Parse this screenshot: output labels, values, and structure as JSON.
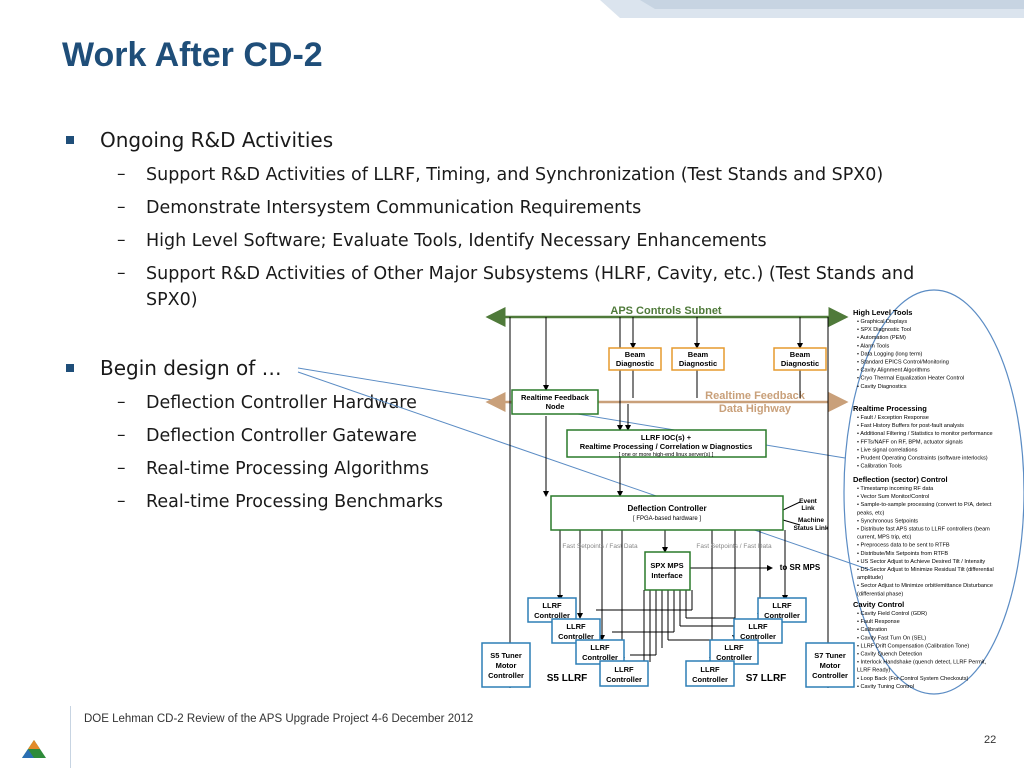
{
  "slide": {
    "title": "Work After CD-2",
    "bullets": [
      {
        "text": "Ongoing R&D Activities",
        "sub": [
          "Support R&D Activities of LLRF, Timing, and Synchronization (Test Stands and SPX0)",
          "Demonstrate Intersystem Communication Requirements",
          "High Level Software; Evaluate Tools, Identify Necessary Enhancements",
          "Support R&D Activities of Other Major Subsystems (HLRF, Cavity, etc.) (Test Stands and",
          "SPX0)"
        ]
      },
      {
        "text": "Begin design of …",
        "sub": [
          "Deflection Controller Hardware",
          "Deflection Controller Gateware",
          "Real-time Processing Algorithms",
          "Real-time Processing Benchmarks"
        ]
      }
    ],
    "footer": "DOE Lehman CD-2 Review of the APS Upgrade Project    4-6 December  2012",
    "page_number": "22"
  },
  "diagram": {
    "subnet_label": "APS Controls Subnet",
    "beam_diag_1": [
      "Beam",
      "Diagnostic"
    ],
    "beam_diag_2": [
      "Beam",
      "Diagnostic"
    ],
    "beam_diag_3": [
      "Beam",
      "Diagnostic"
    ],
    "rt_feedback_node": [
      "Realtime Feedback",
      "Node"
    ],
    "rt_feedback_highway": [
      "Realtime Feedback",
      "Data Highway"
    ],
    "llrf_ioc": [
      "LLRF IOC(s) +",
      "Realtime Processing / Correlation w Diagnostics",
      "[ one or more high-end linux server(s) ]"
    ],
    "deflection_controller": [
      "Deflection Controller",
      "[ FPGA-based hardware ]"
    ],
    "event_link": [
      "Event",
      "Link"
    ],
    "machine_status_link": [
      "Machine",
      "Status Link"
    ],
    "fast_setpoints_1": "Fast Setpoints / Fast Data",
    "fast_setpoints_2": "Fast Setpoints / Fast Data",
    "spx_mps": [
      "SPX MPS",
      "Interface"
    ],
    "to_sr_mps": "to SR MPS",
    "llrf_controller": [
      "LLRF",
      "Controller"
    ],
    "s5_tuner": [
      "S5 Tuner",
      "Motor",
      "Controller"
    ],
    "s7_tuner": [
      "S7 Tuner",
      "Motor",
      "Controller"
    ],
    "s5_llrf": "S5 LLRF",
    "s7_llrf": "S7 LLRF",
    "high_level_tools": {
      "heading": "High Level Tools",
      "items": [
        "• Graphical Displays",
        "• SPX Diagnostic Tool",
        "• Automation (PEM)",
        "• Alarm Tools",
        "• Data Logging (long term)",
        "• Standard EPICS Control/Monitoring",
        "• Cavity Alignment Algorithms",
        "• Cryo Thermal Equalization Heater Control",
        "• Cavity Diagnostics"
      ]
    },
    "realtime_processing": {
      "heading": "Realtime Processing",
      "items": [
        "• Fault / Exception Response",
        "• Fast History Buffers for post-fault analysis",
        "• Additional Filtering / Statistics to monitor performance",
        "• FFTs/NAFF on RF, BPM, actuator signals",
        "• Live signal correlations",
        "• Prudent Operating Constraints (software interlocks)",
        "• Calibration Tools"
      ]
    },
    "deflection_control": {
      "heading": "Deflection (sector) Control",
      "items": [
        "• Timestamp incoming RF data",
        "• Vector Sum Monitor/Control",
        "• Sample-to-sample processing (convert to P/A, detect",
        "  peaks, etc)",
        "• Synchronous Setpoints",
        "• Distribute fast APS status to LLRF controllers (beam",
        "  current, MPS trip, etc)",
        "• Preprocess data to be sent to RTFB",
        "• Distribute/Mix Setpoints from RTFB",
        "• US Sector Adjust to Achieve Desired Tilt / Intensity",
        "• DS Sector Adjust to Minimize Residual Tilt (differential",
        "  amplitude)",
        "• Sector Adjust to Minimize orbit/emittance Disturbance",
        "  (differential phase)"
      ]
    },
    "cavity_control": {
      "heading": "Cavity Control",
      "items": [
        "• Cavity Field Control (GDR)",
        "• Fault Response",
        "• Calibration",
        "• Cavity Fast Turn On (SEL)",
        "• LLRF Drift Compensation (Calibration Tone)",
        "• Cavity Quench Detection",
        "• Interlock Handshake (quench detect, LLRF Permit,",
        "  LLRF Ready)",
        "• Loop Back (For Control System Checkouts)",
        "• Cavity Tuning Control"
      ]
    }
  }
}
